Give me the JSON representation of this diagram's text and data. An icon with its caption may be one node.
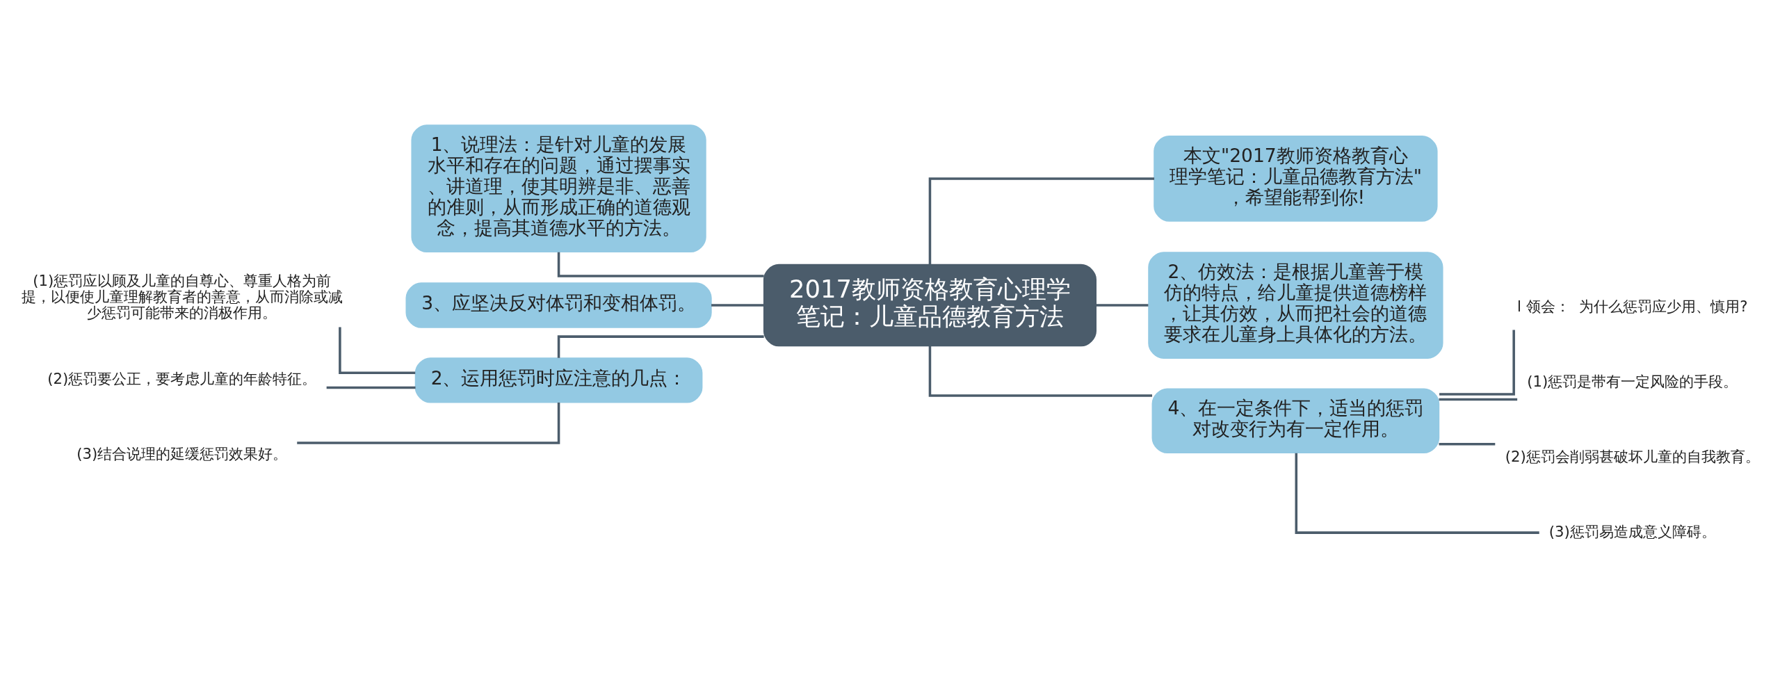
{
  "diagram": {
    "nodes": [
      {
        "text": [
          "2017教师资格教育心理学笔记：儿童品德教育方法"
        ]
      },
      {
        "text": [
          "1、说理法：是针对儿童的发展水平和存在的问题，通过摆事实、讲道理，使其明辨是非、恶善的准则，从而形成正确的道德观念，提高其道德水平的方法。"
        ]
      },
      {
        "text": [
          "3、应坚决反对体罚和变相体罚。"
        ]
      },
      {
        "text": [
          "2、运用惩罚时应注意的几点："
        ]
      },
      {
        "text": [
          "(1)惩罚应以顾及儿童的自尊心、尊重人格为前提，以便使儿童理解教育者的善意，从而消除或减少惩罚可能带来的消极作用。"
        ]
      },
      {
        "text": [
          "(2)惩罚要公正，要考虑儿童的年龄特征。"
        ]
      },
      {
        "text": [
          "(3)结合说理的延缓惩罚效果好。"
        ]
      },
      {
        "text": [
          "本文\"2017教师资格教育心理学笔记：儿童品德教育方法\"，希望能帮到你!"
        ]
      },
      {
        "text": [
          "2、仿效法：是根据儿童善于模仿的特点，给儿童提供道德榜样，让其仿效，从而把社会的道德要求在儿童身上具体化的方法。"
        ]
      },
      {
        "text": [
          "4、在一定条件下，适当的惩罚对改变行为有一定作用。"
        ]
      },
      {
        "text": [
          "l 领会：  为什么惩罚应少用、慎用?"
        ]
      },
      {
        "text": [
          "(1)惩罚是带有一定风险的手段。"
        ]
      },
      {
        "text": [
          "(2)惩罚会削弱甚破坏儿童的自我教育。"
        ]
      },
      {
        "text": [
          "(3)惩罚易造成意义障碍。"
        ]
      }
    ],
    "edges": [
      {
        "from": 1,
        "to": 0,
        "arrow": "none"
      },
      {
        "from": 2,
        "to": 0,
        "arrow": "none"
      },
      {
        "from": 3,
        "to": 0,
        "arrow": "none"
      },
      {
        "from": 4,
        "to": 3,
        "arrow": "none"
      },
      {
        "from": 5,
        "to": 3,
        "arrow": "none"
      },
      {
        "from": 6,
        "to": 3,
        "arrow": "none"
      },
      {
        "from": 0,
        "to": 7,
        "arrow": "none"
      },
      {
        "from": 0,
        "to": 8,
        "arrow": "none"
      },
      {
        "from": 0,
        "to": 9,
        "arrow": "none"
      },
      {
        "from": 9,
        "to": 10,
        "arrow": "none"
      },
      {
        "from": 9,
        "to": 11,
        "arrow": "none"
      },
      {
        "from": 9,
        "to": 12,
        "arrow": "none"
      },
      {
        "from": 9,
        "to": 13,
        "arrow": "none"
      }
    ]
  }
}
